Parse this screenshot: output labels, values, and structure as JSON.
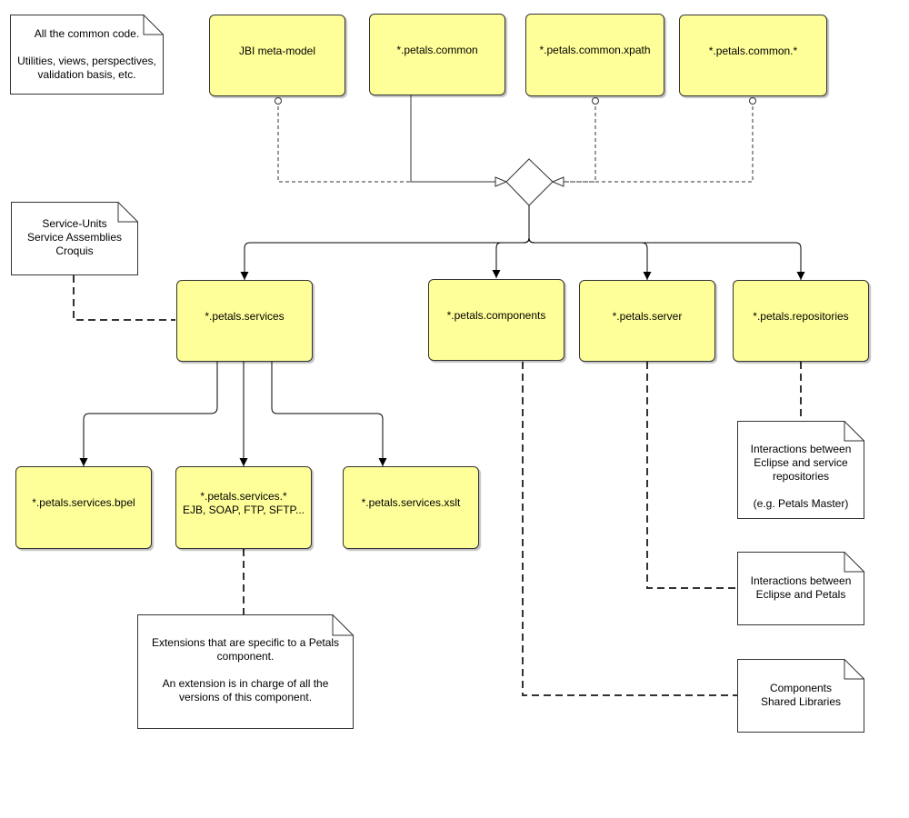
{
  "colors": {
    "box_fill": "#ffff99",
    "stroke": "#333333",
    "note_fill": "#ffffff"
  },
  "packages": {
    "jbi_meta_model": "JBI meta-model",
    "petals_common": "*.petals.common",
    "petals_common_xpath": "*.petals.common.xpath",
    "petals_common_star": "*.petals.common.*",
    "petals_services": "*.petals.services",
    "petals_components": "*.petals.components",
    "petals_server": "*.petals.server",
    "petals_repositories": "*.petals.repositories",
    "petals_services_bpel": "*.petals.services.bpel",
    "petals_services_star": "*.petals.services.*\nEJB, SOAP, FTP, SFTP...",
    "petals_services_xslt": "*.petals.services.xslt"
  },
  "notes": {
    "common_code": "All the common code.\n\nUtilities, views, perspectives,\nvalidation basis, etc.",
    "service_units": "Service-Units\nService Assemblies\nCroquis",
    "repositories_interactions": "Interactions between\nEclipse and service\nrepositories\n\n(e.g. Petals Master)",
    "petals_interactions": "Interactions between\nEclipse and Petals",
    "shared_libraries": "Components\nShared Libraries",
    "extensions": "Extensions that are specific to a Petals\ncomponent.\n\nAn extension is in charge of all the\nversions of this component."
  }
}
